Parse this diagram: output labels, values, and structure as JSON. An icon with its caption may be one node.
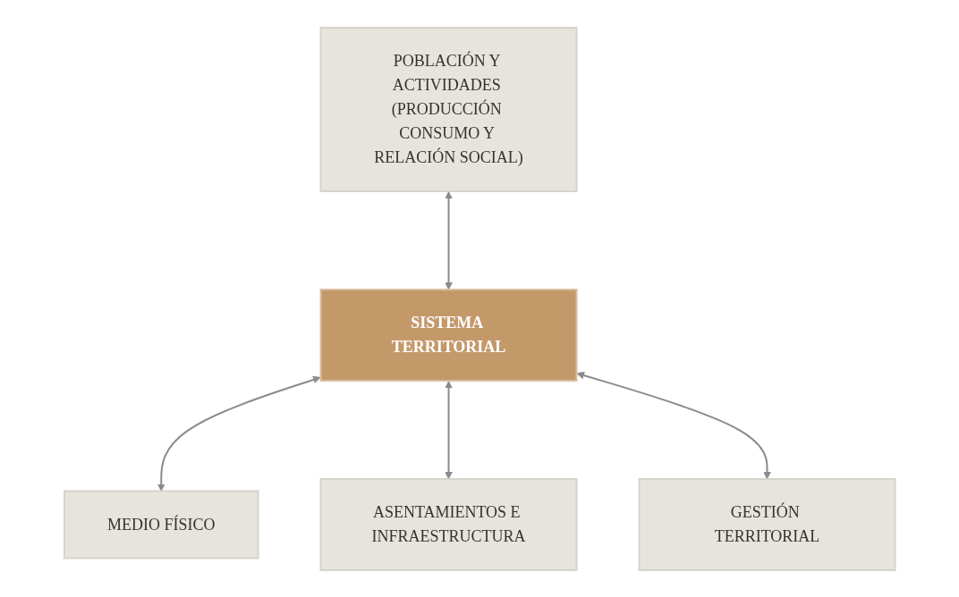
{
  "diagram": {
    "nodes": [
      {
        "text": [
          "MEDIO FÍSICO"
        ]
      },
      {
        "text": [
          "POBLACIÓN Y ACTIVIDADES (PRODUCCIÓN CONSUMO Y RELACIÓN SOCIAL)"
        ]
      },
      {
        "text": [
          "SISTEMA TERRITORIAL"
        ]
      },
      {
        "text": [
          "ASENTAMIENTOS E INFRAESTRUCTURA"
        ]
      },
      {
        "text": [
          "GESTIÓN TERRITORIAL"
        ]
      }
    ],
    "edges": [
      {
        "from": 2,
        "to": 0,
        "arrow": "both"
      },
      {
        "from": 1,
        "to": 2,
        "arrow": "both"
      },
      {
        "from": 2,
        "to": 3,
        "arrow": "both"
      },
      {
        "from": 2,
        "to": 4,
        "arrow": "both"
      }
    ]
  }
}
